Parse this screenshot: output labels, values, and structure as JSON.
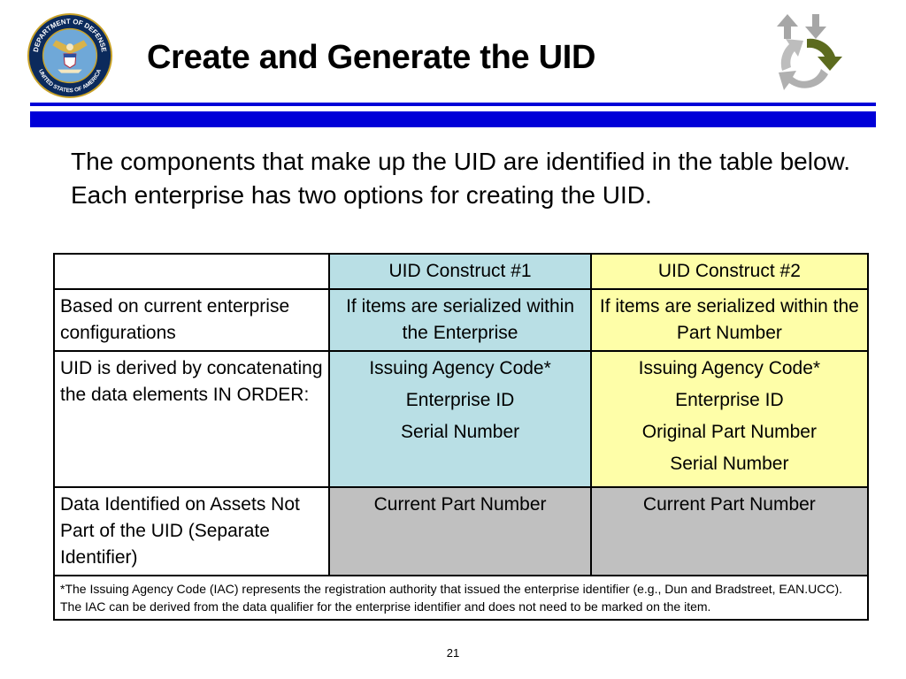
{
  "seal": {
    "text_top": "DEPARTMENT OF DEFENSE",
    "text_bottom": "UNITED STATES OF AMERICA"
  },
  "title": "Create and Generate the UID",
  "intro": "The components that make up the UID are identified in the table below.  Each enterprise has two options for creating the UID.",
  "table": {
    "header": [
      "",
      "UID Construct #1",
      "UID Construct #2"
    ],
    "row1": {
      "label": "Based on current enterprise configurations",
      "c1": "If items are serialized within the Enterprise",
      "c2": "If items are serialized within the Part Number"
    },
    "row2": {
      "label": "UID is derived by concatenating the data elements IN ORDER:",
      "c1": [
        "Issuing Agency Code*",
        "Enterprise ID",
        "Serial Number"
      ],
      "c2": [
        "Issuing Agency Code*",
        "Enterprise ID",
        "Original Part Number",
        "Serial Number"
      ]
    },
    "row3": {
      "label": "Data Identified on Assets Not Part of the UID (Separate Identifier)",
      "c1": "Current Part Number",
      "c2": "Current Part Number"
    },
    "footnote": "*The Issuing Agency Code (IAC) represents the registration authority that issued the enterprise identifier (e.g., Dun and Bradstreet,  EAN.UCC).  The IAC can be derived from the data qualifier for the enterprise identifier and does not need to be marked on the item."
  },
  "page_number": "21",
  "colors": {
    "rule": "#0000d8",
    "construct1": "#b9dfe5",
    "construct2": "#fefea8",
    "gray": "#c0c0c0"
  }
}
